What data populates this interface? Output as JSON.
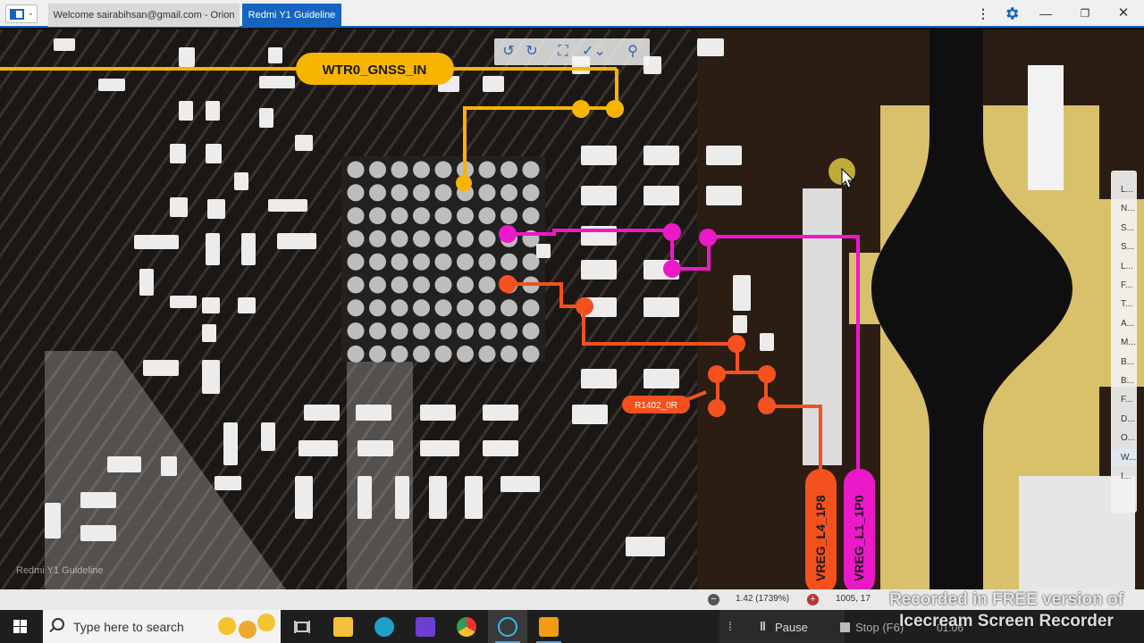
{
  "titlebar": {
    "tabs": [
      {
        "label": "Welcome sairabihsan@gmail.com - Orion",
        "active": false
      },
      {
        "label": "Redmi Y1 Guideline",
        "active": true
      }
    ],
    "more_icon": "kebab-icon",
    "settings_icon": "gear-icon",
    "min_glyph": "—",
    "max_glyph": "❐",
    "close_glyph": "✕",
    "accent_color": "#1565c0"
  },
  "viewer": {
    "tool_icons": [
      "rotate-left-icon",
      "rotate-right-icon",
      "fit-screen-icon",
      "highlight-icon",
      "search-icon"
    ],
    "watermark_label": "Redmi Y1 Guideline",
    "nets": {
      "gnss": {
        "label": "WTR0_GNSS_IN",
        "color": "#f7b500"
      },
      "vreg_l4": {
        "label": "VREG_L4_1P8",
        "color": "#f4511e"
      },
      "vreg_l1": {
        "label": "VREG_L1_1P0",
        "color": "#ec19c8"
      },
      "resistor": {
        "label": "R1402_0R",
        "color": "#f4511e"
      }
    },
    "side_list": [
      "L...",
      "N...",
      "S...",
      "S...",
      "L...",
      "F...",
      "T...",
      "A...",
      "M...",
      "B...",
      "B...",
      "F...",
      "D...",
      "O...",
      "W...",
      "I..."
    ],
    "side_list_selected": 14
  },
  "statusbar": {
    "zoom_out": "−",
    "zoom": "1.42 (1739%)",
    "zoom_in": "+",
    "coords": "1005, 17"
  },
  "taskbar": {
    "search_placeholder": "Type here to search",
    "pause_label": "Pause",
    "stop_label": "Stop (F6)",
    "timer": "01:06"
  },
  "recorder_watermark": {
    "line1": "Recorded in FREE version of",
    "line2": "Icecream Screen Recorder"
  }
}
